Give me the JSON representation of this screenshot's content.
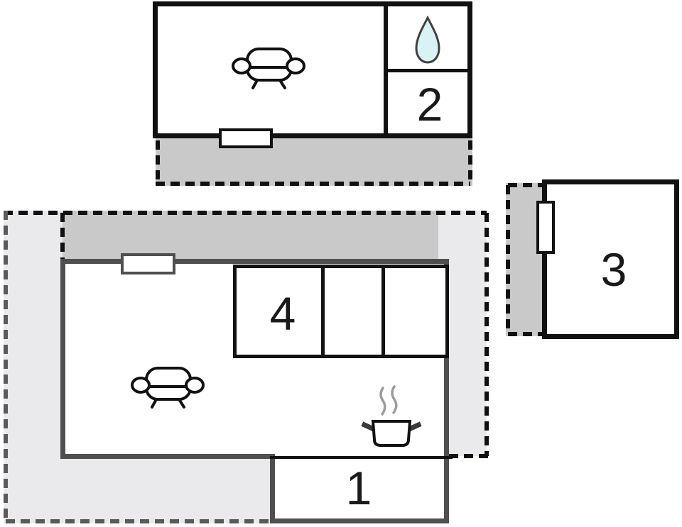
{
  "floorplan": {
    "title": "holiday-home-floor-plan",
    "buildings": {
      "top_annex": {
        "room_label": "2",
        "features": [
          "sofa-icon",
          "water-drop-icon",
          "window-marker",
          "terrace"
        ]
      },
      "outbuilding": {
        "room_label": "3",
        "features": [
          "door-marker",
          "terrace"
        ]
      },
      "main_house": {
        "bedroom_label": "4",
        "entry_label": "1",
        "features": [
          "sofa-icon",
          "cooking-pot-icon",
          "window-marker",
          "terrace"
        ]
      }
    },
    "colors": {
      "wall_black": "#111111",
      "wall_gray": "#4f4f4f",
      "terrace_dark": "#c9c9c9",
      "terrace_light": "#eaeaec",
      "drop_fill": "#d9f3f5",
      "drop_stroke": "#404040",
      "steam_gray": "#9c9c9c",
      "dash_gray": "#5a5a5a",
      "label_color": "#1a1a1a"
    }
  }
}
